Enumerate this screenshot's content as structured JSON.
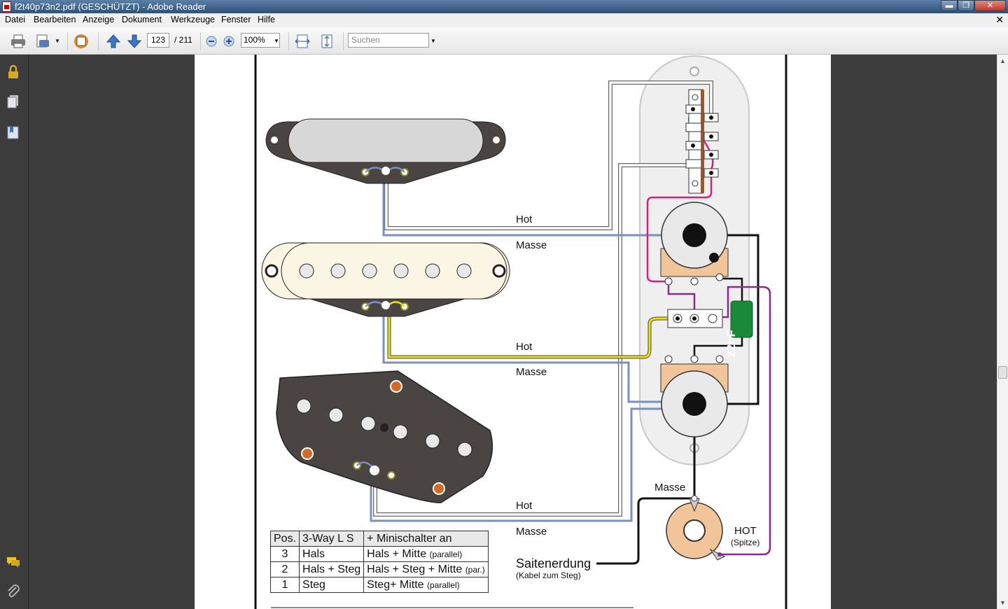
{
  "window": {
    "title": "f2t40p73n2.pdf (GESCHÜTZT) - Adobe Reader",
    "buttons": {
      "minimize": "▬",
      "restore": "❐",
      "close": "✕"
    }
  },
  "menu": {
    "items": [
      "Datei",
      "Bearbeiten",
      "Anzeige",
      "Dokument",
      "Werkzeuge",
      "Fenster",
      "Hilfe"
    ],
    "close_document": "✕"
  },
  "toolbar": {
    "page_current": "123",
    "page_total": "/ 211",
    "zoom": "100%",
    "search_placeholder": "Suchen"
  },
  "sidebar": {
    "icons": [
      "lock-icon",
      "pages-icon",
      "bookmarks-icon",
      "comments-icon",
      "attachments-icon"
    ]
  },
  "diagram": {
    "labels": {
      "hot1": "Hot",
      "masse1": "Masse",
      "hot2": "Hot",
      "masse2": "Masse",
      "hot3": "Hot",
      "masse3": "Masse",
      "masse_jack": "Masse",
      "hot_jack": "HOT",
      "hot_jack_sub": "(Spitze)",
      "ground": "Saitenerdung",
      "ground_sub": "(Kabel zum Steg)",
      "capacitor": "22nF"
    },
    "table": {
      "headers": [
        "Pos.",
        "3-Way L S",
        "+ Minischalter an"
      ],
      "rows": [
        {
          "pos": "3",
          "way": "Hals",
          "mini": "Hals + Mitte",
          "mini_note": "(parallel)"
        },
        {
          "pos": "2",
          "way": "Hals + Steg",
          "mini": "Hals + Steg + Mitte",
          "mini_note": "(par.)"
        },
        {
          "pos": "1",
          "way": "Steg",
          "mini": "Steg+ Mitte",
          "mini_note": "(parallel)"
        }
      ]
    }
  },
  "colors": {
    "hot_wire": "#bbbbbb",
    "ground_wire": "#7b8fc0",
    "magenta_wire": "#d9217a",
    "purple_wire": "#8b2a8a",
    "yellow_wire": "#e8e010",
    "capacitor": "#1a8a3a",
    "pickup_dark": "#4a4442"
  }
}
